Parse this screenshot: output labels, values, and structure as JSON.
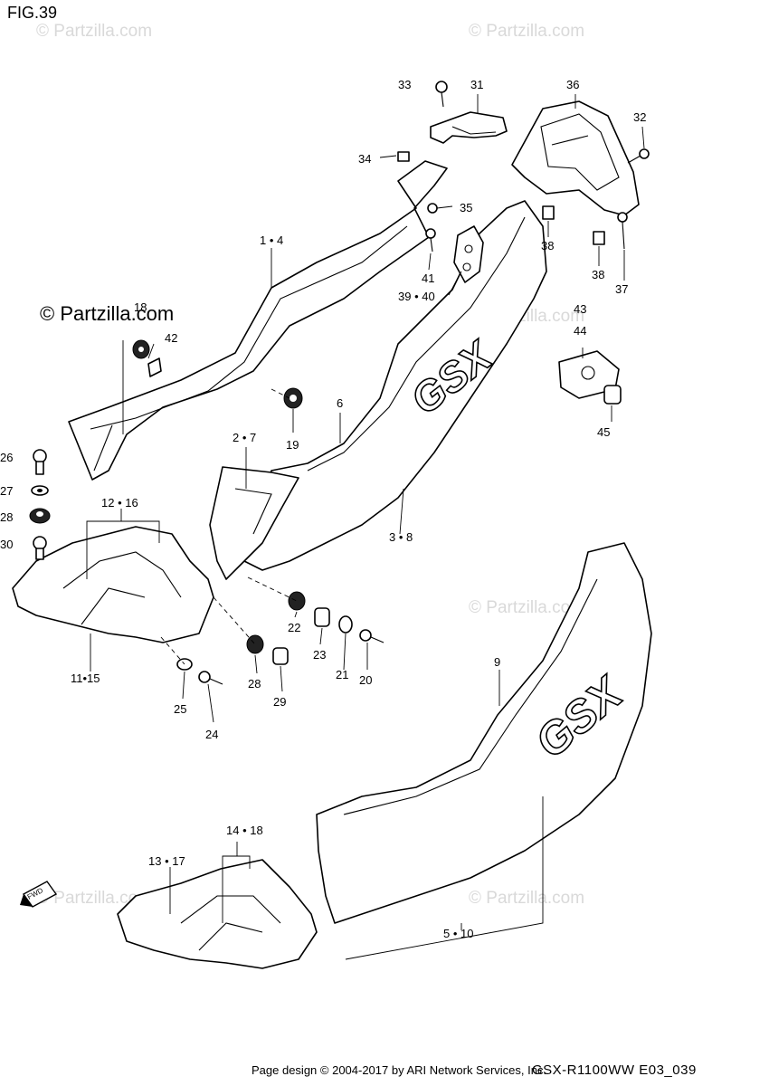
{
  "figure": {
    "title": "FIG.39"
  },
  "watermarks": {
    "logo": "© Partzilla.com",
    "faint": "© Partzilla.com"
  },
  "footer": {
    "credit": "Page design © 2004-2017 by ARI Network Services, Inc.",
    "model_code": "GSX-R1100WW  E03_039"
  },
  "direction_arrow": {
    "label": "FWD"
  },
  "callouts": {
    "c1_4": "1 • 4",
    "c2_7": "2 • 7",
    "c3_8": "3 • 8",
    "c5_10": "5 • 10",
    "c6": "6",
    "c9": "9",
    "c11_15": "11•15",
    "c12_16": "12 • 16",
    "c13_17": "13 • 17",
    "c14_18": "14 • 18",
    "c18": "18",
    "c19": "19",
    "c20": "20",
    "c21": "21",
    "c22": "22",
    "c23": "23",
    "c24": "24",
    "c25": "25",
    "c26": "26",
    "c27": "27",
    "c28a": "28",
    "c28b": "28",
    "c29": "29",
    "c30": "30",
    "c31": "31",
    "c32": "32",
    "c33": "33",
    "c34": "34",
    "c35": "35",
    "c36": "36",
    "c37": "37",
    "c38a": "38",
    "c38b": "38",
    "c39_40": "39 • 40",
    "c41": "41",
    "c42": "42",
    "c43": "43",
    "c44": "44",
    "c45": "45"
  }
}
